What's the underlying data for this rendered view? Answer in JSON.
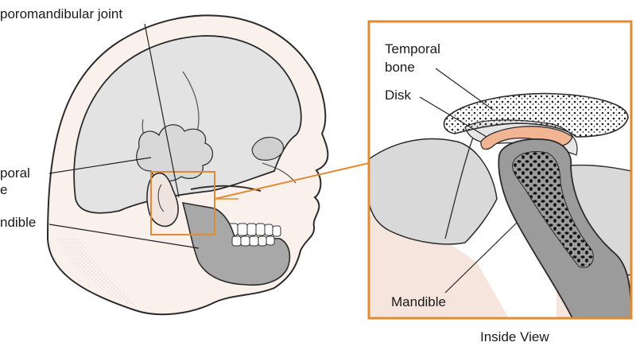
{
  "labels": {
    "tmj": "poromandibular joint",
    "left_temporal_line1": "poral",
    "left_temporal_line2": "e",
    "left_mandible": "ndible",
    "right_temporal_line1": "Temporal",
    "right_temporal_line2": "bone",
    "right_disk": "Disk",
    "right_mandible": "Mandible",
    "caption": "Inside View"
  },
  "colors": {
    "highlight_box": "#e08a33",
    "disk": "#f1b594",
    "mandible_gray": "#a8a8a8",
    "skin_pink": "#f6e5dc",
    "cartilage": "#d2d2d2",
    "outline": "#2b2b2b"
  }
}
